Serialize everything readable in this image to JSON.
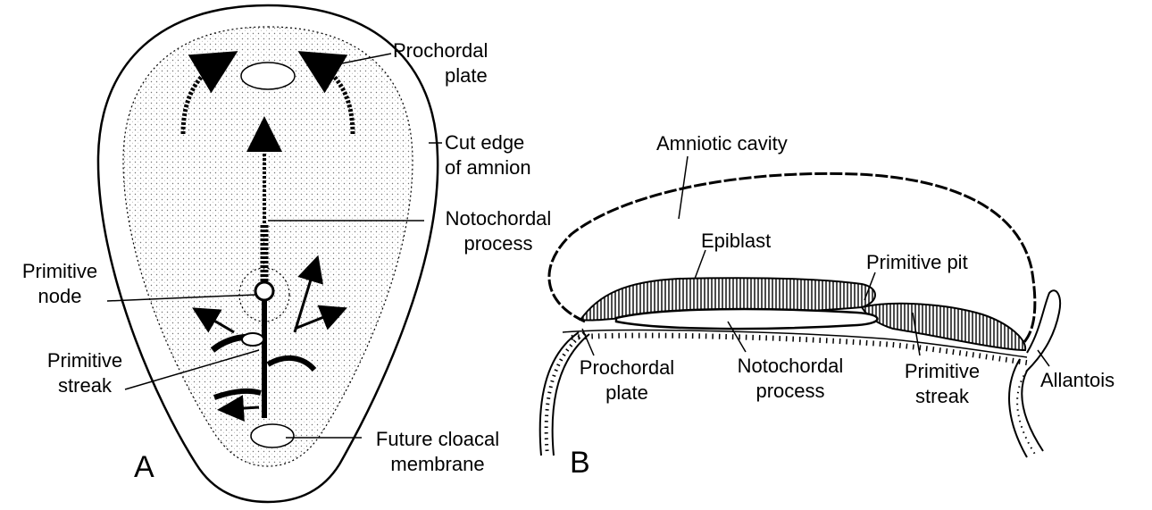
{
  "panel_a": {
    "letter": "A",
    "labels": {
      "prochordal_plate": [
        "Prochordal",
        "plate"
      ],
      "cut_edge_amnion": [
        "Cut edge",
        "of amnion"
      ],
      "notochordal_process": [
        "Notochordal",
        "process"
      ],
      "primitive_node": [
        "Primitive",
        "node"
      ],
      "primitive_streak": [
        "Primitive",
        "streak"
      ],
      "future_cloacal_membrane": [
        "Future cloacal",
        "membrane"
      ]
    }
  },
  "panel_b": {
    "letter": "B",
    "labels": {
      "amniotic_cavity": "Amniotic cavity",
      "epiblast": "Epiblast",
      "primitive_pit": "Primitive pit",
      "prochordal_plate": [
        "Prochordal",
        "plate"
      ],
      "notochordal_process": [
        "Notochordal",
        "process"
      ],
      "primitive_streak": [
        "Primitive",
        "streak"
      ],
      "allantois": "Allantois"
    }
  }
}
